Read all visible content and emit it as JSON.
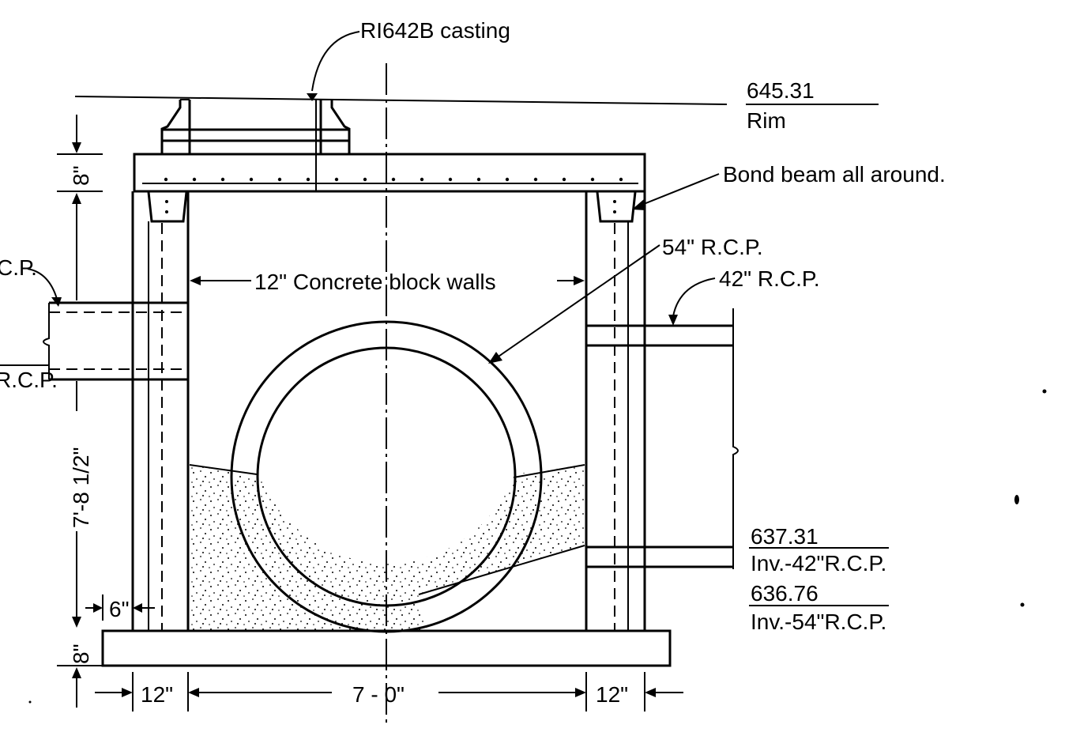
{
  "labels": {
    "casting": "RI642B casting",
    "rim_elevation": "645.31",
    "rim_label": "Rim",
    "bond_beam": "Bond beam all around.",
    "pipe_54_label": "54\" R.C.P.",
    "pipe_42_label": "42\" R.C.P.",
    "block_walls": "12\" Concrete block walls",
    "left_pipe_top_partial": "C.P.",
    "left_pipe_bottom_partial": "R.C.P.",
    "inv_42_elevation": "637.31",
    "inv_42_label": "Inv.-42\"R.C.P.",
    "inv_54_elevation": "636.76",
    "inv_54_label": "Inv.-54\"R.C.P."
  },
  "dimensions": {
    "top_slab": "8\"",
    "wall_height": "7'-8 1/2\"",
    "bond_offset": "6\"",
    "base_slab": "8\"",
    "left_wall": "12\"",
    "inside_width": "7 - 0\"",
    "right_wall": "12\""
  }
}
